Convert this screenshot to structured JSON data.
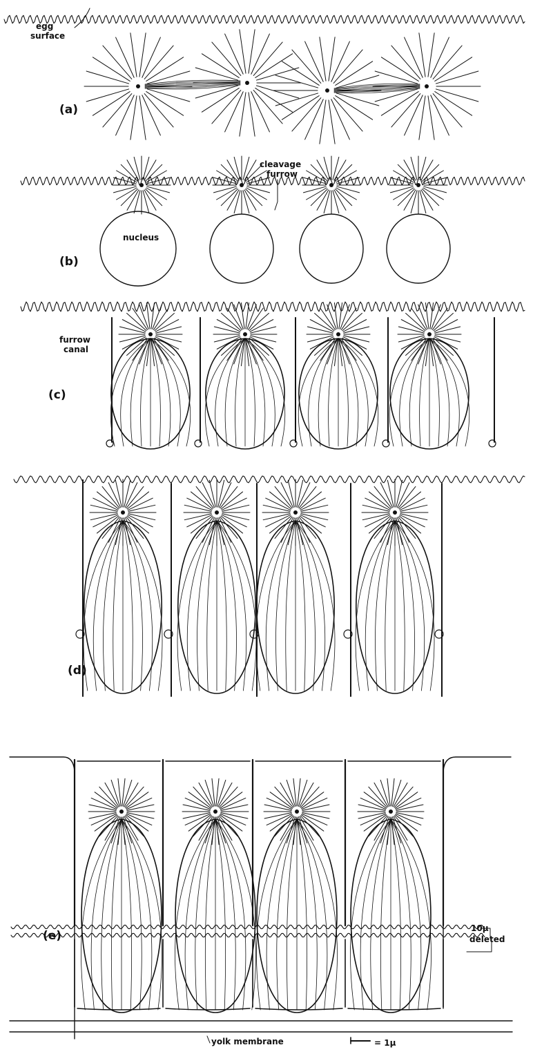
{
  "labels": {
    "egg_surface_1": "egg",
    "egg_surface_2": "surface",
    "cleavage_1": "cleavage",
    "cleavage_2": "furrow",
    "nucleus": "nucleus",
    "furrow_canal_1": "furrow",
    "furrow_canal_2": "canal",
    "deleted_1": "10μ",
    "deleted_2": "deleted",
    "yolk_membrane": "yolk membrane",
    "scale": "= 1μ"
  },
  "panels": {
    "a": "(a)",
    "b": "(b)",
    "c": "(c)",
    "d": "(d)",
    "e": "(e)"
  }
}
